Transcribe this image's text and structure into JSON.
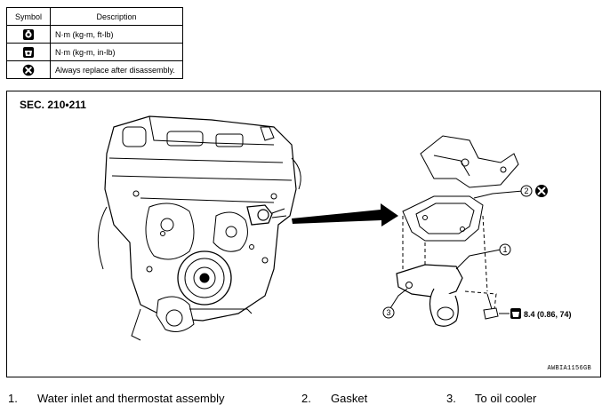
{
  "legend": {
    "header_symbol": "Symbol",
    "header_description": "Description",
    "rows": [
      {
        "icon": "torque-ft-lb-icon",
        "text": "N·m (kg-m, ft-lb)"
      },
      {
        "icon": "torque-in-lb-icon",
        "text": "N·m (kg-m, in-lb)"
      },
      {
        "icon": "always-replace-icon",
        "text": "Always replace after disassembly."
      }
    ]
  },
  "diagram": {
    "section": "SEC. 210•211",
    "image_code": "AWBIA1156GB",
    "callouts": [
      "1",
      "2",
      "3"
    ],
    "torque_spec": "8.4 (0.86, 74)"
  },
  "parts": [
    {
      "num": "1.",
      "label": "Water inlet and thermostat assembly"
    },
    {
      "num": "2.",
      "label": "Gasket"
    },
    {
      "num": "3.",
      "label": "To oil cooler"
    }
  ]
}
